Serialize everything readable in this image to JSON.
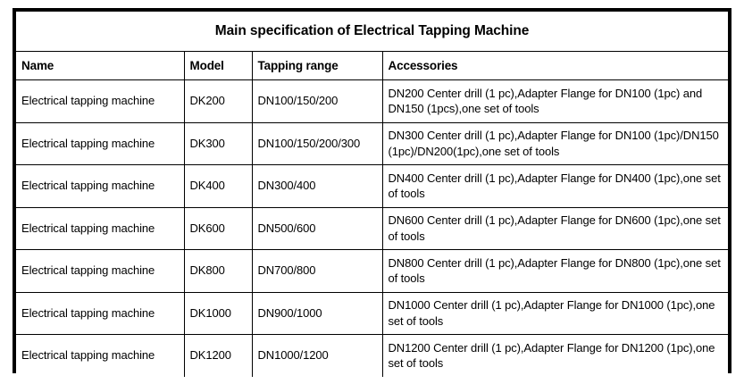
{
  "document": {
    "title": "Main specification of Electrical Tapping Machine",
    "background_color": "#ffffff",
    "border_color": "#000000",
    "text_color": "#000000"
  },
  "table": {
    "caption": "Main specification of Electrical Tapping Machine",
    "columns": [
      {
        "key": "name",
        "header": "Name"
      },
      {
        "key": "model",
        "header": "Model"
      },
      {
        "key": "range",
        "header": "Tapping range"
      },
      {
        "key": "acc",
        "header": "Accessories"
      }
    ],
    "rows": [
      {
        "name": "Electrical tapping machine",
        "model": "DK200",
        "range": "DN100/150/200",
        "acc": "DN200 Center drill (1 pc),Adapter Flange for DN100 (1pc) and DN150 (1pcs),one set of tools"
      },
      {
        "name": "Electrical tapping machine",
        "model": "DK300",
        "range": "DN100/150/200/300",
        "acc": "DN300 Center drill (1 pc),Adapter Flange for DN100 (1pc)/DN150 (1pc)/DN200(1pc),one set of tools"
      },
      {
        "name": "Electrical tapping machine",
        "model": "DK400",
        "range": "DN300/400",
        "acc": "DN400 Center drill (1 pc),Adapter Flange for DN400 (1pc),one set of tools"
      },
      {
        "name": "Electrical tapping machine",
        "model": "DK600",
        "range": "DN500/600",
        "acc": "DN600 Center drill (1 pc),Adapter Flange for DN600 (1pc),one set of tools"
      },
      {
        "name": "Electrical tapping machine",
        "model": "DK800",
        "range": "DN700/800",
        "acc": "DN800 Center drill (1 pc),Adapter Flange for DN800 (1pc),one set of tools"
      },
      {
        "name": "Electrical tapping machine",
        "model": "DK1000",
        "range": "DN900/1000",
        "acc": "DN1000 Center drill (1 pc),Adapter Flange for DN1000 (1pc),one set of tools"
      },
      {
        "name": "Electrical tapping machine",
        "model": "DK1200",
        "range": "DN1000/1200",
        "acc": "DN1200 Center drill (1 pc),Adapter Flange for DN1200 (1pc),one set of tools"
      }
    ]
  }
}
